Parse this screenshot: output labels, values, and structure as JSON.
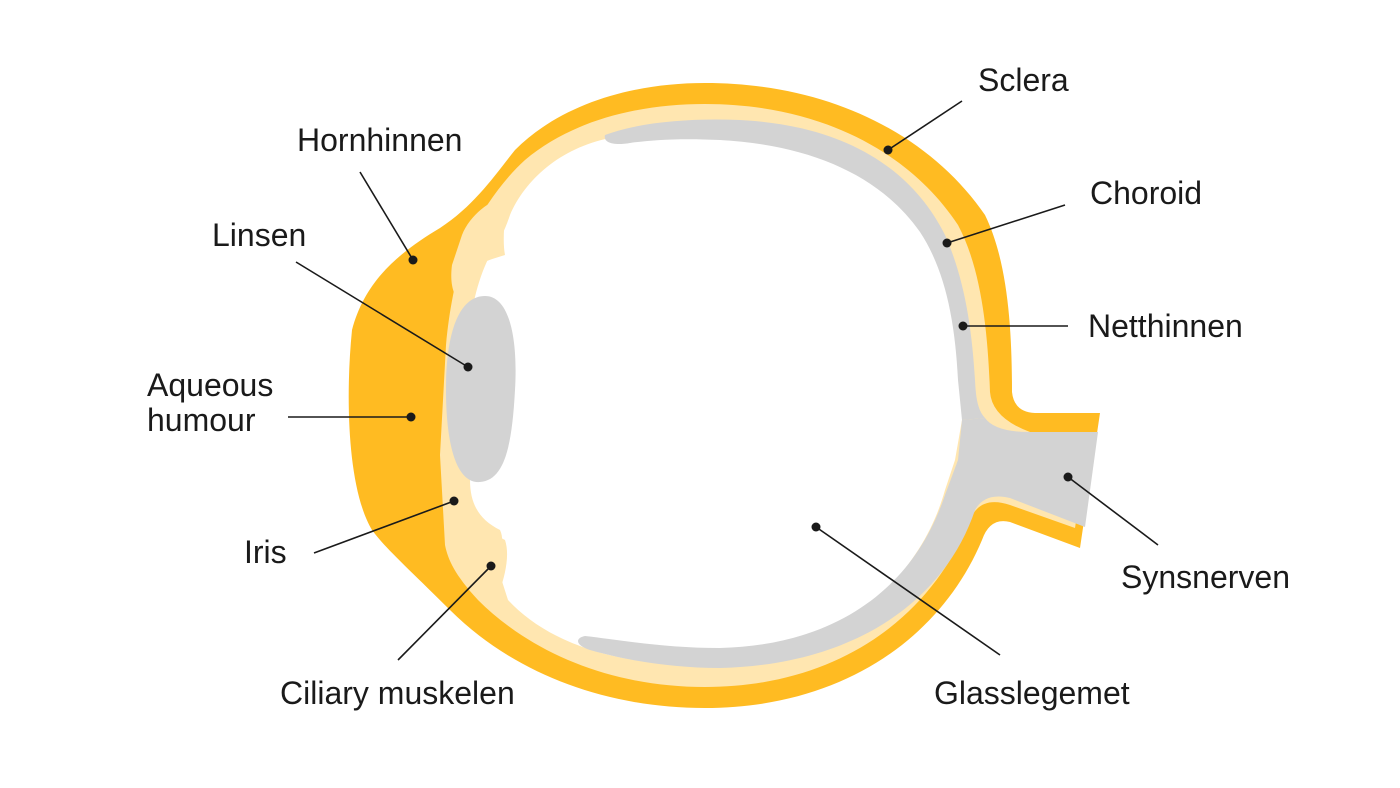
{
  "colors": {
    "sclera": "#FFBB22",
    "choroid": "#FFE6B0",
    "retina": "#D3D3D3",
    "lens": "#D3D3D3",
    "background": "#FFFFFF",
    "text": "#1A1A1A"
  },
  "labels": {
    "sclera": "Sclera",
    "hornhinnen": "Hornhinnen",
    "choroid": "Choroid",
    "linsen": "Linsen",
    "netthinnen": "Netthinnen",
    "aqueous_line1": "Aqueous",
    "aqueous_line2": "humour",
    "iris": "Iris",
    "synsnerven": "Synsnerven",
    "ciliary": "Ciliary muskelen",
    "glasslegemet": "Glasslegemet"
  }
}
